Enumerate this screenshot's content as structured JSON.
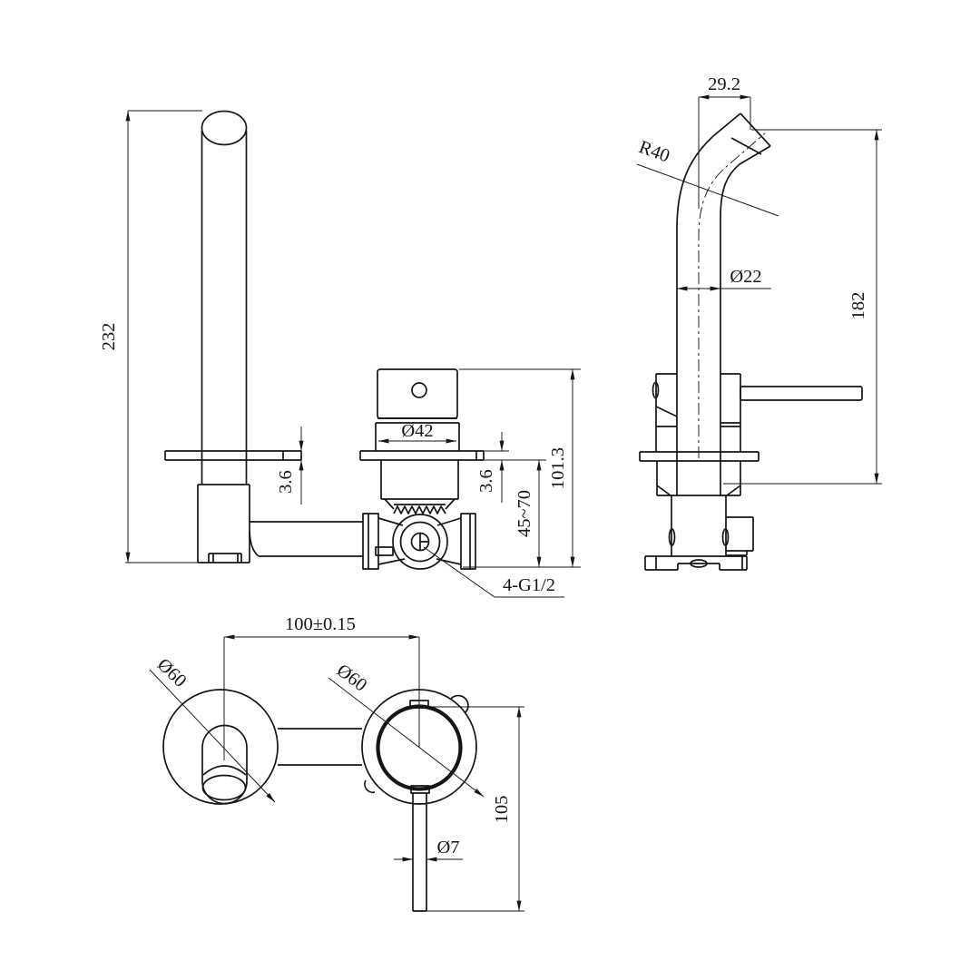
{
  "drawing": {
    "type": "technical-drawing",
    "subject": "wall-mounted basin mixer tap, three orthographic views",
    "colors": {
      "line": "#161616",
      "background": "#ffffff"
    },
    "front_view": {
      "spout_height": "232",
      "spout_plate_thickness": "3.6",
      "valve_trim_diameter": "Ø42",
      "valve_plate_thickness": "3.6",
      "mount_depth_range": "45~70",
      "valve_total_height": "101.3",
      "connection_thread": "4-G1/2"
    },
    "side_view": {
      "spout_tip_offset": "29.2",
      "bend_radius": "R40",
      "tube_diameter": "Ø22",
      "spout_rise": "182"
    },
    "plan_view": {
      "center_distance": "100±0.15",
      "spout_flange_diameter": "Ø60",
      "handle_flange_diameter": "Ø60",
      "handle_length": "105",
      "lever_tip_diameter": "Ø7"
    }
  }
}
